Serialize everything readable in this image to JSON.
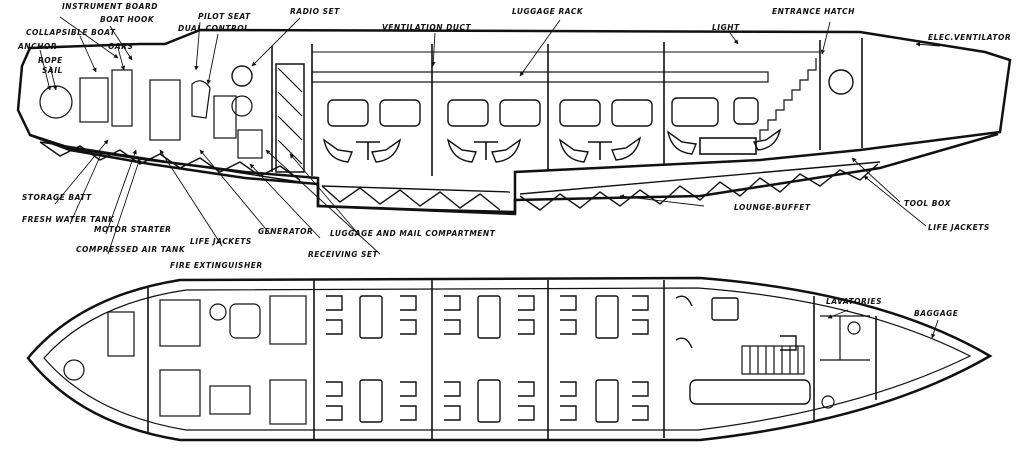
{
  "profile_labels": {
    "instrument_board": "INSTRUMENT BOARD",
    "boat_hook": "BOAT HOOK",
    "collapsible_boat": "COLLAPSIBLE BOAT",
    "anchor": "ANCHOR",
    "oars": "OARS",
    "rope": "ROPE",
    "sail": "SAIL",
    "pilot_seat": "PILOT SEAT",
    "dual_control": "DUAL CONTROL",
    "radio_set": "RADIO SET",
    "ventilation_duct": "VENTILATION DUCT",
    "luggage_rack": "LUGGAGE RACK",
    "light": "LIGHT",
    "entrance_hatch": "ENTRANCE HATCH",
    "elec_ventilator": "ELEC.VENTILATOR",
    "storage_batt": "STORAGE BATT",
    "fresh_water_tank": "FRESH WATER TANK",
    "motor_starter": "MOTOR STARTER",
    "compressed_air_tank": "COMPRESSED AIR TANK",
    "life_jackets_front": "LIFE JACKETS",
    "fire_extinguisher": "FIRE EXTINGUISHER",
    "generator": "GENERATOR",
    "luggage_and_mail": "LUGGAGE AND MAIL COMPARTMENT",
    "receiving_set": "RECEIVING SET",
    "lounge_buffet": "LOUNGE-BUFFET",
    "tool_box": "TOOL BOX",
    "life_jackets_rear": "LIFE JACKETS"
  },
  "plan_labels": {
    "lavatories": "LAVATORIES",
    "baggage": "BAGGAGE"
  }
}
